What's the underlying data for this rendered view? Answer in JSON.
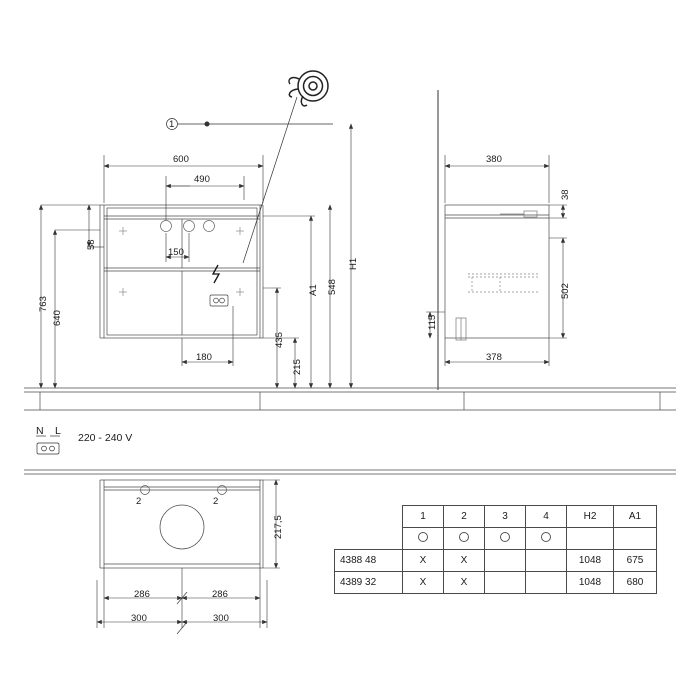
{
  "drawing": {
    "title": "technical-dimension-drawing",
    "front_view": {
      "dims": [
        {
          "name": "width-600",
          "value": "600"
        },
        {
          "name": "width-490",
          "value": "490"
        },
        {
          "name": "width-150",
          "value": "150"
        },
        {
          "name": "width-180",
          "value": "180"
        },
        {
          "name": "height-58",
          "value": "58"
        },
        {
          "name": "height-763",
          "value": "763"
        },
        {
          "name": "height-640",
          "value": "640"
        },
        {
          "name": "height-435",
          "value": "435"
        },
        {
          "name": "height-215",
          "value": "215"
        },
        {
          "name": "height-548",
          "value": "548"
        },
        {
          "name": "height-A1",
          "value": "A1"
        },
        {
          "name": "height-H1",
          "value": "H1"
        }
      ],
      "callout": {
        "name": "callout-1",
        "value": "1"
      }
    },
    "side_view": {
      "dims": [
        {
          "name": "depth-380",
          "value": "380"
        },
        {
          "name": "depth-378",
          "value": "378"
        },
        {
          "name": "height-38",
          "value": "38"
        },
        {
          "name": "height-502",
          "value": "502"
        },
        {
          "name": "height-115",
          "value": "115"
        }
      ]
    },
    "top_view": {
      "dims": [
        {
          "name": "depth-217-5",
          "value": "217,5"
        },
        {
          "name": "width-286-left",
          "value": "286"
        },
        {
          "name": "width-286-right",
          "value": "286"
        },
        {
          "name": "width-300-left",
          "value": "300"
        },
        {
          "name": "width-300-right",
          "value": "300"
        }
      ],
      "callouts": [
        {
          "name": "callout-2-left",
          "value": "2"
        },
        {
          "name": "callout-2-right",
          "value": "2"
        }
      ]
    },
    "power": {
      "n_label": "N",
      "l_label": "L",
      "voltage": "220 - 240 V"
    },
    "table": {
      "headers": [
        "1",
        "2",
        "3",
        "4",
        "H2",
        "A1"
      ],
      "rows": [
        {
          "code": "4388 48",
          "c1": "X",
          "c2": "X",
          "c3": "",
          "c4": "",
          "h2": "1048",
          "a1": "675"
        },
        {
          "code": "4389 32",
          "c1": "X",
          "c2": "X",
          "c3": "",
          "c4": "",
          "h2": "1048",
          "a1": "680"
        }
      ]
    }
  }
}
